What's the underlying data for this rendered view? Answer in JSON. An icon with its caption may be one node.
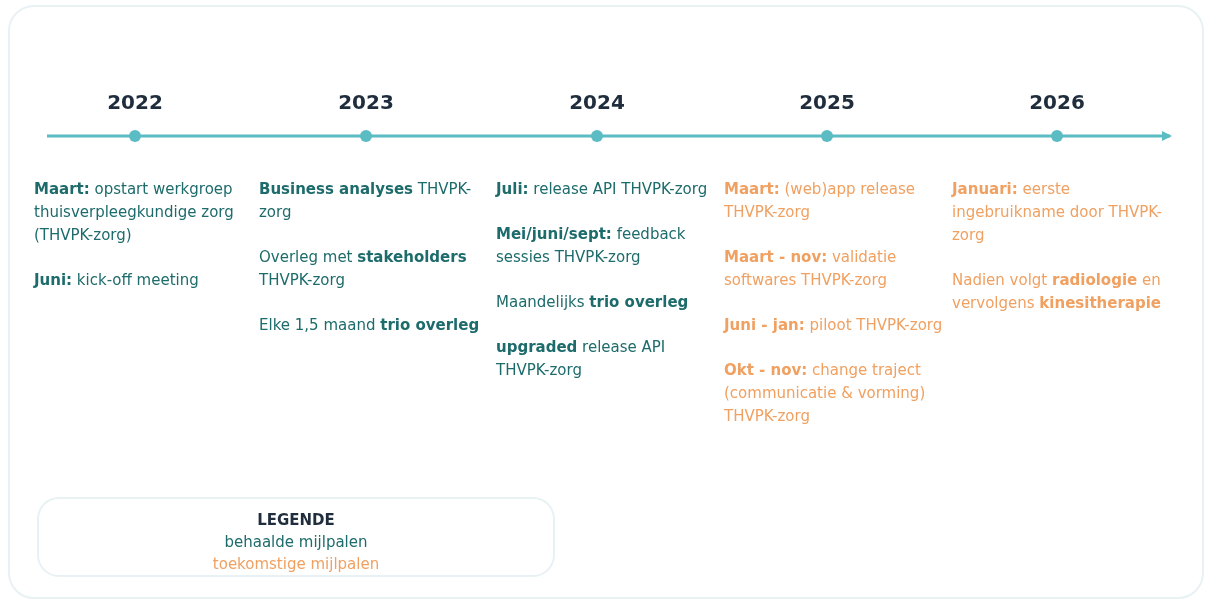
{
  "diagram": {
    "labels": [
      "2022",
      "2023",
      "2024",
      "2025",
      "2026",
      "**Maart:** opstart werkgroep thuisverpleegkundige zorg (THVPK-zorg)",
      "**Juni:** kick-off meeting",
      "**Business analyses** THVPK-zorg",
      "Overleg met **stakeholders** THVPK-zorg",
      "Elke 1,5 maand **trio overleg**",
      "**Juli:** release API THVPK-zorg",
      "**Mei/juni/sept:** feedback sessies THVPK-zorg",
      "Maandelijks **trio overleg**",
      "**upgraded** release API THVPK-zorg",
      "**Maart:** (web)app release THVPK-zorg",
      "**Maart - nov:** validatie softwares THVPK-zorg",
      "**Juni - jan:** piloot THVPK-zorg",
      "**Okt - nov:** change traject (communicatie & vorming) THVPK-zorg",
      "**Januari:** eerste ingebruikname door THVPK-zorg",
      "Nadien volgt **radiologie** en vervolgens **kinesitherapie**",
      "LEGENDE"
    ],
    "legend": [
      {
        "text": "behaalde mijlpalen",
        "color": "#1d6b6b"
      },
      {
        "text": "toekomstige mijlpalen",
        "color": "#f0a060"
      }
    ]
  }
}
